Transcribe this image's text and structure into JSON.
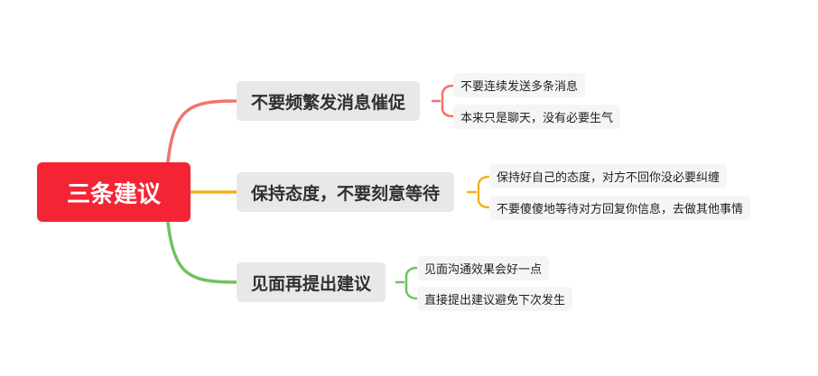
{
  "mindmap": {
    "root": {
      "label": "三条建议",
      "color": "#f42434"
    },
    "branches": [
      {
        "label": "不要频繁发消息催促",
        "connector_color": "#f0756b",
        "children": [
          "不要连续发送多条消息",
          "本来只是聊天，没有必要生气"
        ]
      },
      {
        "label": "保持态度，不要刻意等待",
        "connector_color": "#f5b21c",
        "children": [
          "保持好自己的态度，对方不回你没必要纠缠",
          "不要傻傻地等待对方回复你信息，去做其他事情"
        ]
      },
      {
        "label": "见面再提出建议",
        "connector_color": "#6cc55a",
        "children": [
          "见面沟通效果会好一点",
          "直接提出建议避免下次发生"
        ]
      }
    ]
  }
}
